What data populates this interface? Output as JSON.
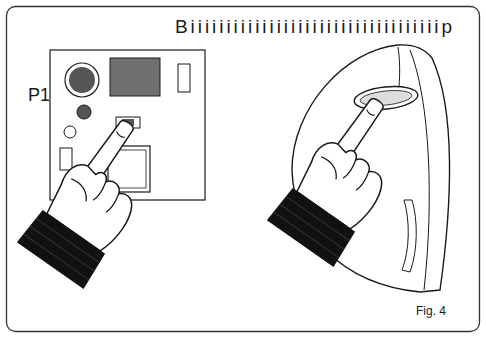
{
  "diagram": {
    "labels": [
      "Biiiiiiiiiiiiiiiiiiiiiiiiiiiiiiiiiiip",
      "P1",
      "Fig. 4"
    ]
  }
}
